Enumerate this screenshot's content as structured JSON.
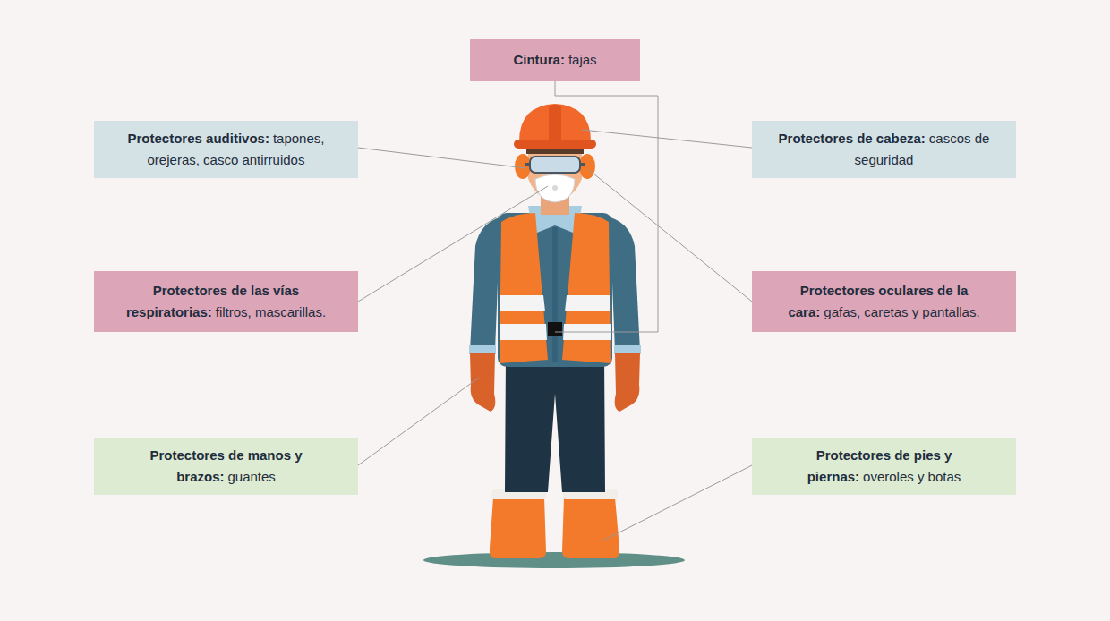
{
  "diagram": {
    "nodes": [
      {
        "text": [
          "Cintura:",
          "fajas"
        ]
      },
      {
        "text": [
          "Protectores auditivos:",
          "tapones, orejeras, casco antirruidos"
        ]
      },
      {
        "text": [
          "Protectores de cabeza:",
          "cascos de seguridad"
        ]
      },
      {
        "text": [
          "Protectores de las vías respiratorias:",
          "filtros, mascarillas."
        ]
      },
      {
        "text": [
          "Protectores oculares de la cara:",
          "gafas, caretas y pantallas."
        ]
      },
      {
        "text": [
          "Protectores de manos y brazos:",
          "guantes"
        ]
      },
      {
        "text": [
          "Protectores de pies y piernas:",
          "overoles y botas"
        ]
      }
    ]
  }
}
